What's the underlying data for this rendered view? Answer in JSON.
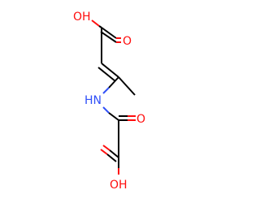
{
  "molecule": {
    "atom_labels": {
      "top_acid_oh": "OH",
      "top_acid_carbonyl_o": "O",
      "amide_nh": "HN",
      "oxalyl_carbonyl_o": "O",
      "bottom_acid_oh": "OH"
    },
    "colors": {
      "bond": "#000000",
      "oxygen": "#ff0d0d",
      "nitrogen": "#3050f8",
      "background": "#ffffff"
    }
  }
}
